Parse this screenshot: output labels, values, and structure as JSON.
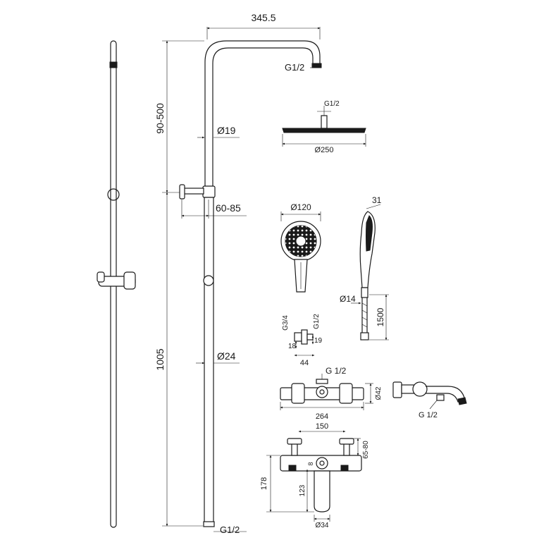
{
  "dimensions": {
    "arm_reach": "345.5",
    "head_connection": "G1/2",
    "upper_height": "90-500",
    "upper_tube_dia": "Ø19",
    "wall_offset": "60-85",
    "total_height": "1005",
    "lower_tube_dia": "Ø24",
    "bottom_connection": "G1/2",
    "overhead_connection": "G1/2",
    "overhead_dia": "Ø250",
    "handshower_dia": "Ø120",
    "handshower_thickness": "31",
    "hose_dia": "Ø14",
    "hose_length": "1500",
    "elbow_inlet": "G3/4",
    "elbow_outlet": "G1/2",
    "elbow_h1": "18",
    "elbow_h2": "19",
    "elbow_width": "44",
    "mixer_outlet": "G 1/2",
    "mixer_body_dia": "Ø42",
    "mixer_length": "264",
    "bath_spout_connection": "G 1/2",
    "bath_centres": "150",
    "bath_eccentric": "65-80",
    "bath_small": "8",
    "bath_height": "178",
    "bath_spout_drop": "123",
    "bath_spout_dia": "Ø34"
  }
}
